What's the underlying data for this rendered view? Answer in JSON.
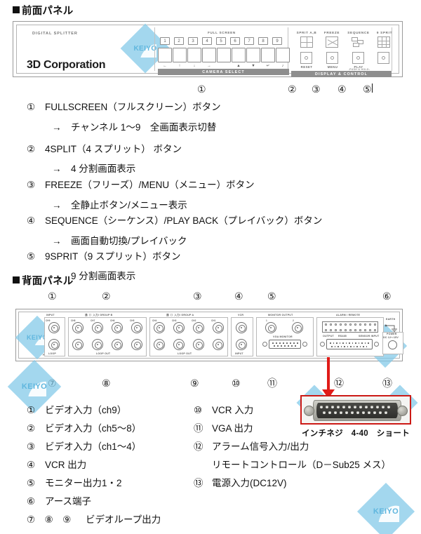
{
  "sections": {
    "front_header": "前面パネル",
    "rear_header": "背面パネル"
  },
  "front_panel": {
    "brand_small": "DIGITAL SPLITTER",
    "brand": "3D Corporation",
    "full_screen_title": "FULL SCREEN",
    "camera_select_bar": "CAMERA SELECT",
    "display_control_bar": "DISPLAY & CONTROL",
    "channel_buttons": [
      "1",
      "2",
      "3",
      "4",
      "5",
      "6",
      "7",
      "8",
      "9"
    ],
    "arrow_glyphs": [
      "←",
      "↑",
      "↓",
      "→",
      "▲",
      "▼",
      "↵",
      "♪"
    ],
    "control_titles": [
      "SPRIT A,B",
      "FREEZE",
      "SEQUENCE",
      "9 SPRIT"
    ],
    "control_sublabels": [
      "RESET",
      "MENU",
      "PLAY"
    ],
    "push_hold_note": "-PUSH & HOLD-",
    "markers": [
      "①",
      "②",
      "③",
      "④",
      "⑤"
    ]
  },
  "front_list": [
    {
      "num": "①",
      "text": "FULLSCREEN（フルスクリーン）ボタン",
      "sub": "→　チャンネル 1～9　全画面表示切替"
    },
    {
      "num": "②",
      "text": "4SPLIT（4 スプリット） ボタン",
      "sub": "→　4 分割画面表示"
    },
    {
      "num": "③",
      "text": "FREEZE（フリーズ）/MENU（メニュー）ボタン",
      "sub": "→　全静止ボタン/メニュー表示"
    },
    {
      "num": "④",
      "text": "SEQUENCE（シーケンス）/PLAY BACK（プレイバック）ボタン",
      "sub": "→　画面自動切換/プレイバック"
    },
    {
      "num": "⑤",
      "text": "9SPRIT（9 スプリット）ボタン",
      "sub": "→　9 分割画面表示"
    }
  ],
  "rear_panel": {
    "markers_top": [
      "①",
      "②",
      "③",
      "④",
      "⑤",
      "⑥"
    ],
    "markers_bottom": [
      "⑦",
      "⑧",
      "⑨",
      "⑩",
      "⑪",
      "⑫",
      "⑬"
    ],
    "labels": {
      "input": "INPUT",
      "group_b": "通（）入力/ GROUP B",
      "group_a": "通（）入力/ GROUP A",
      "vcr": "VCR",
      "monitor_output": "MONITOR OUTPUT",
      "alarm_remote": "ALARM / REMOTE",
      "earth": "EARTH",
      "power": "POWER",
      "power_spec": "DC 12～15V",
      "loop": "LOOP",
      "loop_out": "LOOP OUT",
      "input_small": "INPUT",
      "vga_monitor": "VGA MONITOR",
      "output": "OUTPUT",
      "rs485": "RS485",
      "sensor_input": "SENSOR INPUT",
      "model": "PD-9RM",
      "channels": [
        "CH9",
        "CH8",
        "CH7",
        "CH6",
        "CH5",
        "CH4",
        "CH3",
        "CH2",
        "CH1"
      ],
      "monitor_ports": [
        "1",
        "2"
      ]
    }
  },
  "rear_list_left": [
    {
      "num": "①",
      "text": "ビデオ入力（ch9）"
    },
    {
      "num": "②",
      "text": "ビデオ入力（ch5～8）"
    },
    {
      "num": "③",
      "text": "ビデオ入力（ch1～4）"
    },
    {
      "num": "④",
      "text": "VCR 出力"
    },
    {
      "num": "⑤",
      "text": "モニター出力1・2"
    },
    {
      "num": "⑥",
      "text": "アース端子"
    },
    {
      "num": "⑦　⑧　⑨",
      "text": "ビデオループ出力"
    }
  ],
  "rear_list_right": [
    {
      "num": "⑩",
      "text": "VCR 入力",
      "sub": ""
    },
    {
      "num": "⑪",
      "text": "VGA 出力",
      "sub": ""
    },
    {
      "num": "⑫",
      "text": "アラーム信号入力/出力",
      "sub": "リモートコントロール（D－Sub25 メス）"
    },
    {
      "num": "⑬",
      "text": "電源入力(DC12V)",
      "sub": ""
    }
  ],
  "photo": {
    "caption": "インチネジ　4-40　ショート"
  },
  "watermark": {
    "text": "KEIYO"
  },
  "colors": {
    "accent_red": "#e01b18",
    "watermark_blue": "#7fc7e8",
    "bar_gray": "#8e8e8e"
  }
}
